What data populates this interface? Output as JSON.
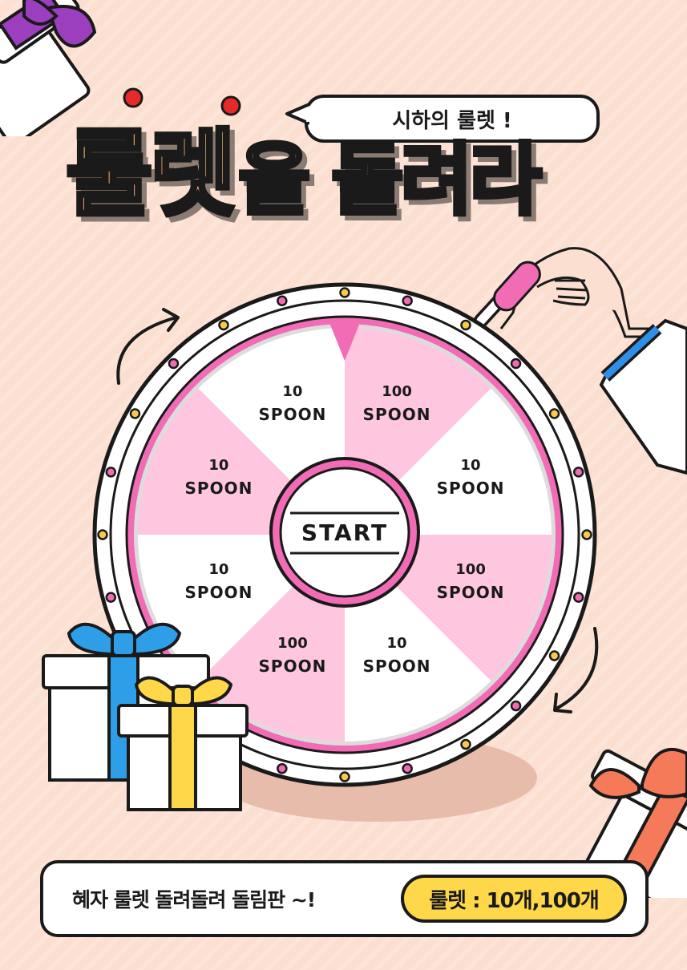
{
  "bubble": {
    "text": "시하의 룰렛 !"
  },
  "title": {
    "highlight": "룰렛",
    "rest": "을 돌려라"
  },
  "wheel": {
    "center_label": "START",
    "segments": [
      {
        "amount": "100",
        "unit": "SPOON",
        "color": "#ffc6df"
      },
      {
        "amount": "10",
        "unit": "SPOON",
        "color": "#ffffff"
      },
      {
        "amount": "100",
        "unit": "SPOON",
        "color": "#ffc6df"
      },
      {
        "amount": "10",
        "unit": "SPOON",
        "color": "#ffffff"
      },
      {
        "amount": "100",
        "unit": "SPOON",
        "color": "#ffc6df"
      },
      {
        "amount": "10",
        "unit": "SPOON",
        "color": "#ffffff"
      },
      {
        "amount": "10",
        "unit": "SPOON",
        "color": "#ffc6df"
      },
      {
        "amount": "10",
        "unit": "SPOON",
        "color": "#ffffff"
      }
    ],
    "accent": "#f26bb5",
    "bulb_colors": [
      "#f9c94e",
      "#f26bb5"
    ]
  },
  "footer": {
    "text": "혜자 룰렛 돌려돌려 돌림판 ~!",
    "pill": "룰렛 : 10개,100개"
  },
  "colors": {
    "background": "#fbdfd0",
    "outline": "#1a1a1a",
    "pink": "#f26bb5",
    "yellow": "#ffd84a"
  }
}
